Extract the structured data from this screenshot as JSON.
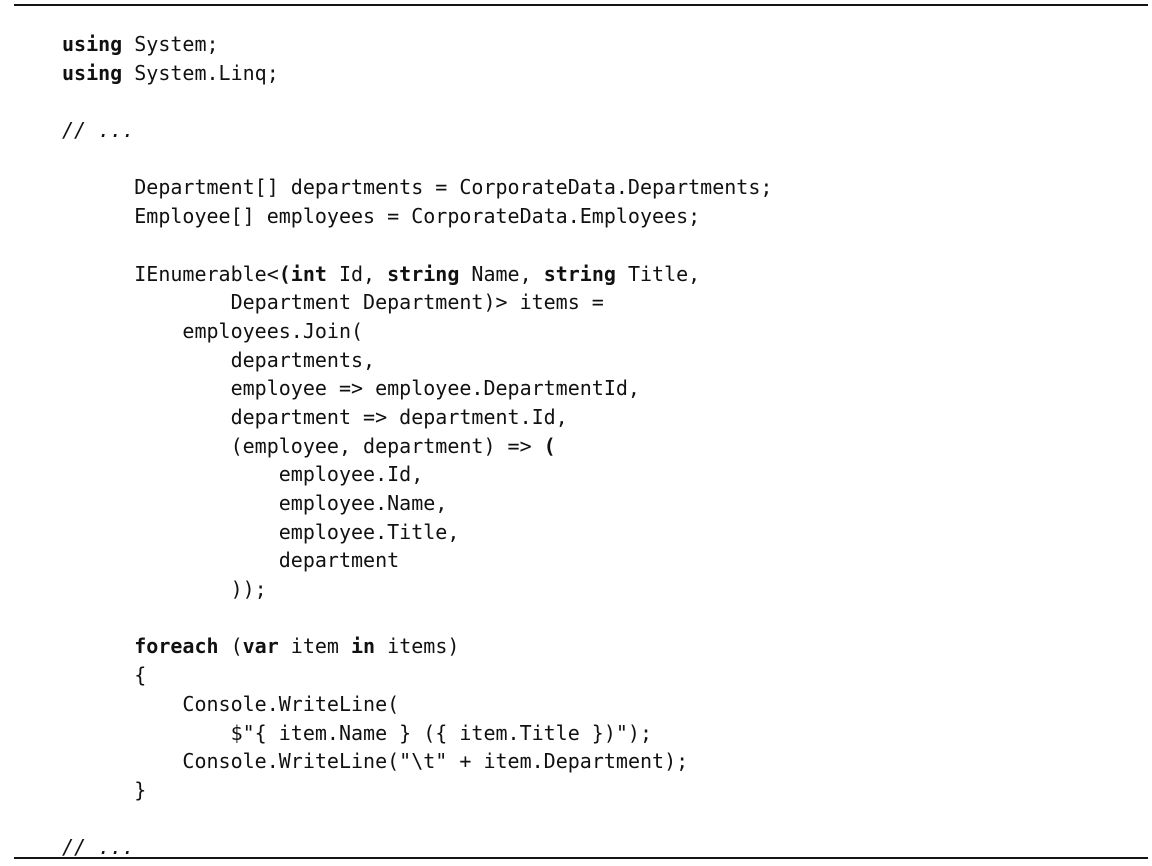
{
  "document": {
    "kind": "code-listing",
    "language": "C#",
    "top_rule": true,
    "bottom_rule": true
  },
  "code": {
    "lines": [
      {
        "indent": 0,
        "tokens": [
          {
            "t": "using",
            "b": true
          },
          {
            "t": " System;",
            "b": false
          }
        ]
      },
      {
        "indent": 0,
        "tokens": [
          {
            "t": "using",
            "b": true
          },
          {
            "t": " System.Linq;",
            "b": false
          }
        ]
      },
      {
        "indent": 0,
        "tokens": []
      },
      {
        "indent": 0,
        "tokens": [
          {
            "t": "// ...",
            "c": true
          }
        ]
      },
      {
        "indent": 0,
        "tokens": []
      },
      {
        "indent": 6,
        "tokens": [
          {
            "t": "Department[] departments = CorporateData.Departments;",
            "b": false
          }
        ]
      },
      {
        "indent": 6,
        "tokens": [
          {
            "t": "Employee[] employees = CorporateData.Employees;",
            "b": false
          }
        ]
      },
      {
        "indent": 0,
        "tokens": []
      },
      {
        "indent": 6,
        "tokens": [
          {
            "t": "IEnumerable<",
            "b": false
          },
          {
            "t": "(int",
            "b": true
          },
          {
            "t": " Id, ",
            "b": false
          },
          {
            "t": "string",
            "b": true
          },
          {
            "t": " Name, ",
            "b": false
          },
          {
            "t": "string",
            "b": true
          },
          {
            "t": " Title,",
            "b": false
          }
        ]
      },
      {
        "indent": 14,
        "tokens": [
          {
            "t": "Department Department)> items =",
            "b": false
          }
        ]
      },
      {
        "indent": 10,
        "tokens": [
          {
            "t": "employees.Join(",
            "b": false
          }
        ]
      },
      {
        "indent": 14,
        "tokens": [
          {
            "t": "departments,",
            "b": false
          }
        ]
      },
      {
        "indent": 14,
        "tokens": [
          {
            "t": "employee => employee.DepartmentId,",
            "b": false
          }
        ]
      },
      {
        "indent": 14,
        "tokens": [
          {
            "t": "department => department.Id,",
            "b": false
          }
        ]
      },
      {
        "indent": 14,
        "tokens": [
          {
            "t": "(employee, department) => ",
            "b": false
          },
          {
            "t": "(",
            "b": true
          }
        ]
      },
      {
        "indent": 18,
        "tokens": [
          {
            "t": "employee.Id,",
            "b": false
          }
        ]
      },
      {
        "indent": 18,
        "tokens": [
          {
            "t": "employee.Name,",
            "b": false
          }
        ]
      },
      {
        "indent": 18,
        "tokens": [
          {
            "t": "employee.Title,",
            "b": false
          }
        ]
      },
      {
        "indent": 18,
        "tokens": [
          {
            "t": "department",
            "b": false
          }
        ]
      },
      {
        "indent": 14,
        "tokens": [
          {
            "t": "));",
            "b": false
          }
        ]
      },
      {
        "indent": 0,
        "tokens": []
      },
      {
        "indent": 6,
        "tokens": [
          {
            "t": "foreach",
            "b": true
          },
          {
            "t": " (",
            "b": false
          },
          {
            "t": "var",
            "b": true
          },
          {
            "t": " item ",
            "b": false
          },
          {
            "t": "in",
            "b": true
          },
          {
            "t": " items)",
            "b": false
          }
        ]
      },
      {
        "indent": 6,
        "tokens": [
          {
            "t": "{",
            "b": false
          }
        ]
      },
      {
        "indent": 10,
        "tokens": [
          {
            "t": "Console.WriteLine(",
            "b": false
          }
        ]
      },
      {
        "indent": 14,
        "tokens": [
          {
            "t": "$\"{ item.Name } ({ item.Title })\");",
            "b": false
          }
        ]
      },
      {
        "indent": 10,
        "tokens": [
          {
            "t": "Console.WriteLine(\"\\t\" + item.Department);",
            "b": false
          }
        ]
      },
      {
        "indent": 6,
        "tokens": [
          {
            "t": "}",
            "b": false
          }
        ]
      },
      {
        "indent": 0,
        "tokens": []
      },
      {
        "indent": 0,
        "tokens": [
          {
            "t": "// ...",
            "c": true
          }
        ]
      }
    ]
  }
}
